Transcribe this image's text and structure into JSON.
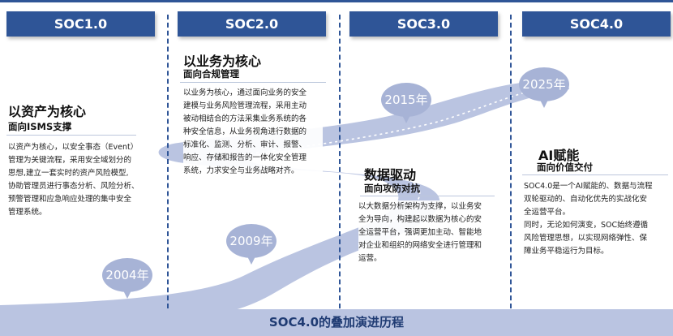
{
  "stages": [
    {
      "header": "SOC1.0",
      "title": "以资产为核心",
      "subtitle": "面向ISMS支撑",
      "lines": [
        "以资产为核心，以安全事态（Event）",
        "管理为关键流程，采用安全域划分的",
        "思想,建立一套实时的资产风险模型,",
        "协助管理员进行事态分析、风险分析、",
        "预警管理和应急响应处理的集中安全",
        "管理系统。"
      ]
    },
    {
      "header": "SOC2.0",
      "title": "以业务为核心",
      "subtitle": "面向合规管理",
      "lines": [
        "以业务为核心，通过面向业务的安全",
        "建模与业务风险管理流程，采用主动",
        "被动相结合的方法采集业务系统的各",
        "种安全信息，从业务视角进行数据的",
        "标准化、监测、分析、审计、报警、",
        "响应、存储和报告的一体化安全管理",
        "系统，力求安全与业务战略对齐。"
      ]
    },
    {
      "header": "SOC3.0",
      "title": "数据驱动",
      "subtitle": "面向攻防对抗",
      "lines": [
        "以大数据分析架构为支撑，以业务安",
        "全为导向，构建起以数据为核心的安",
        "全运营平台，强调更加主动、智能地",
        "对企业和组织的网络安全进行管理和",
        "运营。"
      ]
    },
    {
      "header": "SOC4.0",
      "title": "AI赋能",
      "subtitle": "面向价值交付",
      "lines": [
        "SOC4.0是一个AI赋能的、数据与流程",
        "双轮驱动的、自动化优先的实战化安",
        "全运营平台。",
        "同时，无论如何演变，SOC始终遵循",
        "风险管理思想，以实现网络弹性、保",
        "障业务平稳运行为目标。"
      ]
    }
  ],
  "years": [
    "2004年",
    "2009年",
    "2015年",
    "2025年"
  ],
  "footer": "SOC4.0的叠加演进历程",
  "colors": {
    "header_bg": "#2f5597",
    "road": "#bac4e1",
    "bubble": "#a7b3d6",
    "footer_text": "#1f3b73"
  }
}
